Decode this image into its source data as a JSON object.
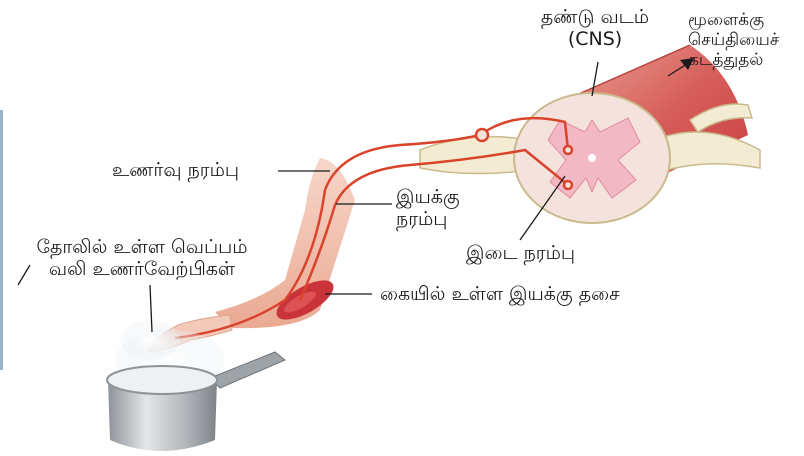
{
  "diagram": {
    "labels": {
      "spinal_cord": [
        "தண்டு வடம்",
        "(CNS)"
      ],
      "to_brain": [
        "மூளைக்கு",
        "செய்தியைச்",
        "கடத்துதல்"
      ],
      "sensory_nerve": "உணர்வு நரம்பு",
      "motor_nerve": [
        "இயக்கு",
        "நரம்பு"
      ],
      "skin_receptors": [
        "தோலில் உள்ள வெப்பம்",
        "வலி உணர்வேற்பிகள்"
      ],
      "interneuron": "இடை நரம்பு",
      "arm_muscle": "கையில் உள்ள இயக்கு தசை"
    },
    "colors": {
      "nerve": "#d9442b",
      "cord_tissue": "#f4e2dc",
      "grey_matter": "#f2b9c4",
      "nerve_root": "#f3ecd2",
      "arm_skin": "#f3c9b7",
      "muscle": "#c9343a",
      "pot_metal": "#bfc3c7"
    },
    "icons": [
      "spinal-cord-illustration",
      "arm-illustration",
      "hot-pot-illustration"
    ]
  }
}
